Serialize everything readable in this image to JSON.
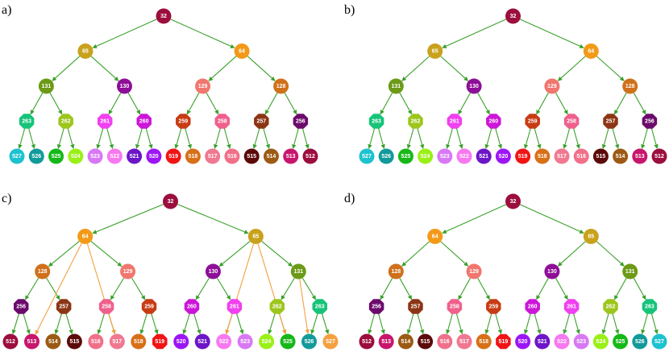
{
  "colors": {
    "edge_green": "#3aa02a",
    "edge_orange": "#f5a040"
  },
  "panels": [
    {
      "label": "a)",
      "levels": [
        [
          {
            "t": "32",
            "c": "#9c0e3e",
            "s": "circle"
          }
        ],
        [
          {
            "t": "65",
            "c": "#c9a21d",
            "s": "circle"
          },
          {
            "t": "64",
            "c": "#f29a18",
            "s": "circle"
          }
        ],
        [
          {
            "t": "131",
            "c": "#6c9a16",
            "s": "circle"
          },
          {
            "t": "130",
            "c": "#8e0e98",
            "s": "circle"
          },
          {
            "t": "129",
            "c": "#f0766e",
            "s": "circle"
          },
          {
            "t": "128",
            "c": "#d0701b",
            "s": "circle"
          }
        ],
        [
          {
            "t": "263",
            "c": "#16c47a",
            "s": "oct"
          },
          {
            "t": "262",
            "c": "#9dc61c",
            "s": "oct"
          },
          {
            "t": "261",
            "c": "#f040f0",
            "s": "oct"
          },
          {
            "t": "260",
            "c": "#cc16d8",
            "s": "oct"
          },
          {
            "t": "259",
            "c": "#c83c14",
            "s": "oct"
          },
          {
            "t": "258",
            "c": "#f0608c",
            "s": "oct"
          },
          {
            "t": "257",
            "c": "#8c3514",
            "s": "oct"
          },
          {
            "t": "256",
            "c": "#6c0a6c",
            "s": "oct"
          }
        ],
        [
          {
            "t": "527",
            "c": "#1ec2cf",
            "s": "circle"
          },
          {
            "t": "526",
            "c": "#129a9a",
            "s": "circle"
          },
          {
            "t": "525",
            "c": "#16b818",
            "s": "circle"
          },
          {
            "t": "524",
            "c": "#9af016",
            "s": "circle"
          },
          {
            "t": "523",
            "c": "#d878f5",
            "s": "circle"
          },
          {
            "t": "522",
            "c": "#f878f0",
            "s": "circle"
          },
          {
            "t": "521",
            "c": "#6c16c8",
            "s": "circle"
          },
          {
            "t": "520",
            "c": "#9c16f5",
            "s": "circle"
          },
          {
            "t": "519",
            "c": "#f01414",
            "s": "circle"
          },
          {
            "t": "518",
            "c": "#d87018",
            "s": "circle"
          },
          {
            "t": "517",
            "c": "#f07890",
            "s": "circle"
          },
          {
            "t": "516",
            "c": "#f0708a",
            "s": "circle"
          },
          {
            "t": "515",
            "c": "#5c0a0a",
            "s": "circle"
          },
          {
            "t": "514",
            "c": "#9c5a14",
            "s": "circle"
          },
          {
            "t": "513",
            "c": "#c8166c",
            "s": "circle"
          },
          {
            "t": "512",
            "c": "#9c0e3e",
            "s": "circle"
          }
        ]
      ]
    },
    {
      "label": "b)",
      "levels": [
        [
          {
            "t": "32",
            "c": "#9c0e3e",
            "s": "circle"
          }
        ],
        [
          {
            "t": "65",
            "c": "#c9a21d",
            "s": "circle"
          },
          {
            "t": "64",
            "c": "#f29a18",
            "s": "circle"
          }
        ],
        [
          {
            "t": "131",
            "c": "#6c9a16",
            "s": "circle"
          },
          {
            "t": "130",
            "c": "#8e0e98",
            "s": "circle"
          },
          {
            "t": "129",
            "c": "#f0766e",
            "s": "circle"
          },
          {
            "t": "128",
            "c": "#d0701b",
            "s": "circle"
          }
        ],
        [
          {
            "t": "263",
            "c": "#16c47a",
            "s": "oct"
          },
          {
            "t": "262",
            "c": "#9dc61c",
            "s": "oct"
          },
          {
            "t": "261",
            "c": "#f040f0",
            "s": "oct"
          },
          {
            "t": "260",
            "c": "#cc16d8",
            "s": "oct"
          },
          {
            "t": "259",
            "c": "#c83c14",
            "s": "oct"
          },
          {
            "t": "258",
            "c": "#f0608c",
            "s": "oct"
          },
          {
            "t": "257",
            "c": "#8c3514",
            "s": "oct"
          },
          {
            "t": "256",
            "c": "#6c0a6c",
            "s": "oct"
          }
        ],
        [
          {
            "t": "527",
            "c": "#1ec2cf",
            "s": "circle"
          },
          {
            "t": "526",
            "c": "#129a9a",
            "s": "circle"
          },
          {
            "t": "525",
            "c": "#16b818",
            "s": "circle"
          },
          {
            "t": "524",
            "c": "#9af016",
            "s": "circle"
          },
          {
            "t": "523",
            "c": "#d878f5",
            "s": "circle"
          },
          {
            "t": "522",
            "c": "#f878f0",
            "s": "circle"
          },
          {
            "t": "521",
            "c": "#6c16c8",
            "s": "circle"
          },
          {
            "t": "520",
            "c": "#9c16f5",
            "s": "circle"
          },
          {
            "t": "519",
            "c": "#f01414",
            "s": "circle"
          },
          {
            "t": "518",
            "c": "#d87018",
            "s": "circle"
          },
          {
            "t": "517",
            "c": "#f07890",
            "s": "circle"
          },
          {
            "t": "516",
            "c": "#f0708a",
            "s": "circle"
          },
          {
            "t": "515",
            "c": "#5c0a0a",
            "s": "circle"
          },
          {
            "t": "514",
            "c": "#9c5a14",
            "s": "circle"
          },
          {
            "t": "513",
            "c": "#c8166c",
            "s": "circle"
          },
          {
            "t": "512",
            "c": "#9c0e3e",
            "s": "circle"
          }
        ]
      ]
    },
    {
      "label": "c)",
      "levels": [
        [
          {
            "t": "32",
            "c": "#9c0e3e",
            "s": "circle"
          }
        ],
        [
          {
            "t": "64",
            "c": "#f29a18",
            "s": "circle"
          },
          {
            "t": "65",
            "c": "#c9a21d",
            "s": "circle"
          }
        ],
        [
          {
            "t": "128",
            "c": "#d0701b",
            "s": "circle"
          },
          {
            "t": "129",
            "c": "#f0766e",
            "s": "circle"
          },
          {
            "t": "130",
            "c": "#8e0e98",
            "s": "circle"
          },
          {
            "t": "131",
            "c": "#6c9a16",
            "s": "circle"
          }
        ],
        [
          {
            "t": "256",
            "c": "#6c0a6c",
            "s": "oct"
          },
          {
            "t": "257",
            "c": "#8c3514",
            "s": "oct"
          },
          {
            "t": "258",
            "c": "#f0608c",
            "s": "oct"
          },
          {
            "t": "259",
            "c": "#c83c14",
            "s": "oct"
          },
          {
            "t": "260",
            "c": "#cc16d8",
            "s": "oct"
          },
          {
            "t": "261",
            "c": "#f040f0",
            "s": "oct"
          },
          {
            "t": "262",
            "c": "#9dc61c",
            "s": "oct"
          },
          {
            "t": "263",
            "c": "#16c47a",
            "s": "oct"
          }
        ],
        [
          {
            "t": "512",
            "c": "#9c0e3e",
            "s": "circle"
          },
          {
            "t": "513",
            "c": "#c8166c",
            "s": "circle"
          },
          {
            "t": "514",
            "c": "#9c5a14",
            "s": "circle"
          },
          {
            "t": "515",
            "c": "#5c0a0a",
            "s": "circle"
          },
          {
            "t": "516",
            "c": "#f0708a",
            "s": "circle"
          },
          {
            "t": "517",
            "c": "#f07890",
            "s": "circle"
          },
          {
            "t": "518",
            "c": "#d87018",
            "s": "circle"
          },
          {
            "t": "519",
            "c": "#f01414",
            "s": "oct"
          },
          {
            "t": "520",
            "c": "#9c16f5",
            "s": "circle"
          },
          {
            "t": "521",
            "c": "#6c16c8",
            "s": "circle"
          },
          {
            "t": "522",
            "c": "#f878f0",
            "s": "circle"
          },
          {
            "t": "523",
            "c": "#d878f5",
            "s": "circle"
          },
          {
            "t": "524",
            "c": "#9af016",
            "s": "circle"
          },
          {
            "t": "525",
            "c": "#16b818",
            "s": "circle"
          },
          {
            "t": "526",
            "c": "#129a9a",
            "s": "circle"
          },
          {
            "t": "527",
            "c": "#f5a040",
            "s": "circle"
          }
        ]
      ],
      "extra_edges": [
        {
          "from": "64",
          "to": "513"
        },
        {
          "from": "64",
          "to": "517"
        },
        {
          "from": "65",
          "to": "522"
        },
        {
          "from": "65",
          "to": "525"
        },
        {
          "from": "131",
          "to": "526"
        }
      ]
    },
    {
      "label": "d)",
      "levels": [
        [
          {
            "t": "32",
            "c": "#9c0e3e",
            "s": "circle"
          }
        ],
        [
          {
            "t": "64",
            "c": "#f29a18",
            "s": "circle"
          },
          {
            "t": "65",
            "c": "#c9a21d",
            "s": "circle"
          }
        ],
        [
          {
            "t": "128",
            "c": "#d0701b",
            "s": "circle"
          },
          {
            "t": "129",
            "c": "#f0766e",
            "s": "circle"
          },
          {
            "t": "130",
            "c": "#8e0e98",
            "s": "circle"
          },
          {
            "t": "131",
            "c": "#6c9a16",
            "s": "circle"
          }
        ],
        [
          {
            "t": "256",
            "c": "#6c0a6c",
            "s": "oct"
          },
          {
            "t": "257",
            "c": "#8c3514",
            "s": "oct"
          },
          {
            "t": "258",
            "c": "#f0608c",
            "s": "oct"
          },
          {
            "t": "259",
            "c": "#c83c14",
            "s": "oct"
          },
          {
            "t": "260",
            "c": "#cc16d8",
            "s": "oct"
          },
          {
            "t": "261",
            "c": "#f040f0",
            "s": "oct"
          },
          {
            "t": "262",
            "c": "#9dc61c",
            "s": "oct"
          },
          {
            "t": "263",
            "c": "#16c47a",
            "s": "oct"
          }
        ],
        [
          {
            "t": "512",
            "c": "#9c0e3e",
            "s": "circle"
          },
          {
            "t": "513",
            "c": "#c8166c",
            "s": "circle"
          },
          {
            "t": "514",
            "c": "#9c5a14",
            "s": "circle"
          },
          {
            "t": "515",
            "c": "#5c0a0a",
            "s": "circle"
          },
          {
            "t": "516",
            "c": "#f0708a",
            "s": "circle"
          },
          {
            "t": "517",
            "c": "#f07890",
            "s": "circle"
          },
          {
            "t": "518",
            "c": "#d87018",
            "s": "circle"
          },
          {
            "t": "519",
            "c": "#f01414",
            "s": "oct"
          },
          {
            "t": "520",
            "c": "#9c16f5",
            "s": "circle"
          },
          {
            "t": "521",
            "c": "#6c16c8",
            "s": "circle"
          },
          {
            "t": "522",
            "c": "#f878f0",
            "s": "circle"
          },
          {
            "t": "523",
            "c": "#d878f5",
            "s": "circle"
          },
          {
            "t": "524",
            "c": "#9af016",
            "s": "circle"
          },
          {
            "t": "525",
            "c": "#16b818",
            "s": "circle"
          },
          {
            "t": "526",
            "c": "#129a9a",
            "s": "circle"
          },
          {
            "t": "527",
            "c": "#1ec2cf",
            "s": "circle"
          }
        ]
      ]
    }
  ]
}
